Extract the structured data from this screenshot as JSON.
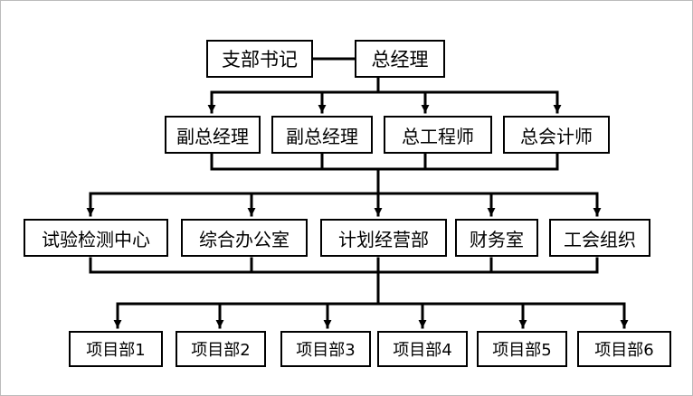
{
  "top": {
    "party_secretary": "支部书记",
    "general_manager": "总经理"
  },
  "executives": [
    "副总经理",
    "副总经理",
    "总工程师",
    "总会计师"
  ],
  "departments": [
    "试验检测中心",
    "综合办公室",
    "计划经营部",
    "财务室",
    "工会组织"
  ],
  "projects": [
    "项目部1",
    "项目部2",
    "项目部3",
    "项目部4",
    "项目部5",
    "项目部6"
  ]
}
